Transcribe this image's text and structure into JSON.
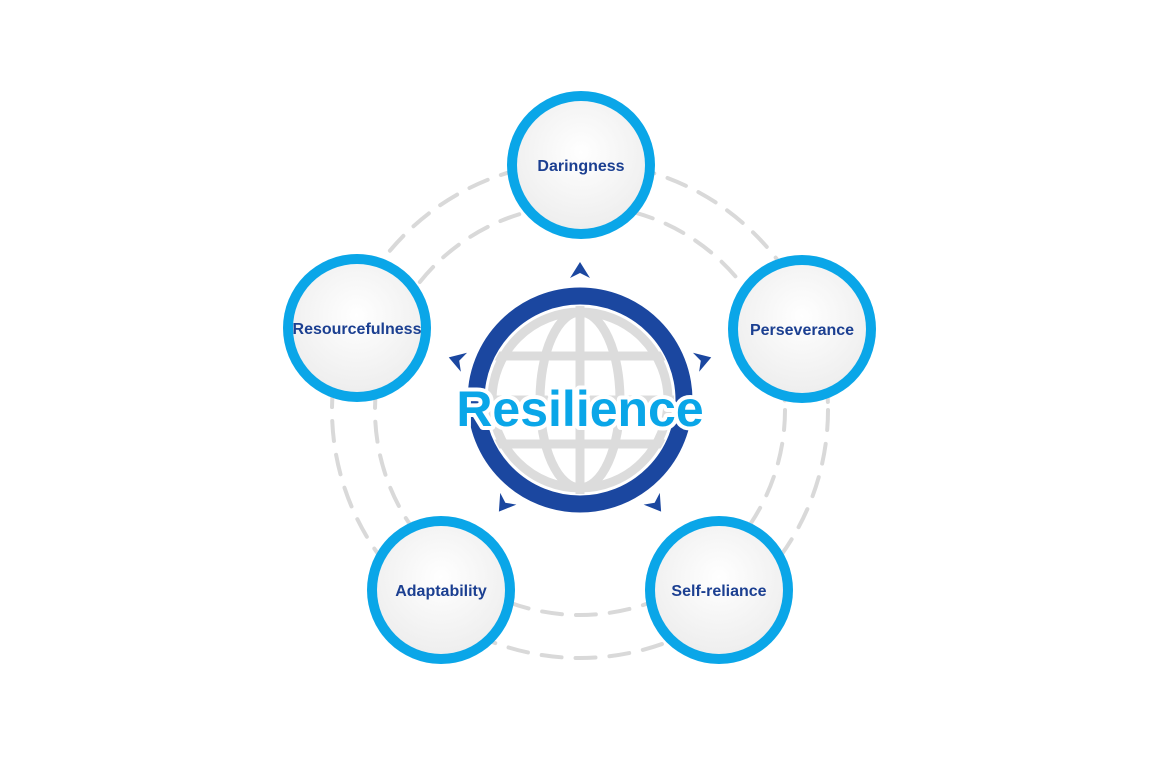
{
  "diagram": {
    "center": {
      "title": "Resilience",
      "icon": "globe-icon"
    },
    "nodes": [
      {
        "id": "daringness",
        "label": "Daringness"
      },
      {
        "id": "perseverance",
        "label": "Perseverance"
      },
      {
        "id": "self-reliance",
        "label": "Self-reliance"
      },
      {
        "id": "adaptability",
        "label": "Adaptability"
      },
      {
        "id": "resourcefulness",
        "label": "Resourcefulness"
      }
    ],
    "colors": {
      "ring": "#0aa6e8",
      "hub": "#1b47a0",
      "text": "#1b3f91",
      "title": "#0aa6e8",
      "globe": "#dcdcdc",
      "dashes": "#d9d9d9",
      "node_fill": "#f5f5f5"
    }
  }
}
